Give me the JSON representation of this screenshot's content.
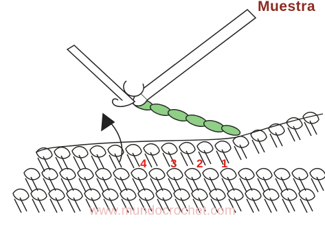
{
  "title": "Muestra",
  "stitch_numbers": [
    "4",
    "3",
    "2",
    "1"
  ],
  "watermark": "www.mundocrochet.com",
  "colors": {
    "title": "#8b2a22",
    "numbers": "#e0231b",
    "chain": "#8fcf86",
    "outline": "#222222",
    "watermark": "#f0b9b9"
  }
}
